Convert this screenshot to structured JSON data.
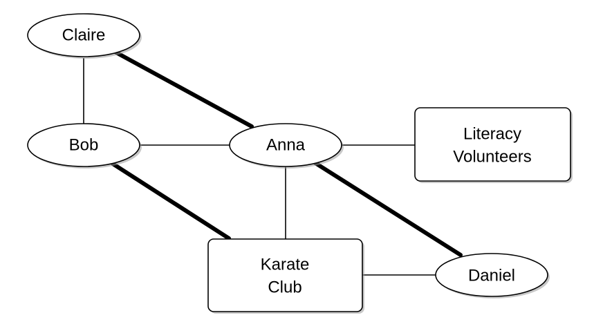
{
  "nodes": {
    "claire": {
      "label": [
        "Claire"
      ]
    },
    "bob": {
      "label": [
        "Bob"
      ]
    },
    "anna": {
      "label": [
        "Anna"
      ]
    },
    "literacy": {
      "label": [
        "Literacy",
        "Volunteers"
      ]
    },
    "karate": {
      "label": [
        "Karate",
        "Club"
      ]
    },
    "daniel": {
      "label": [
        "Daniel"
      ]
    }
  },
  "edges": [
    {
      "from": "claire",
      "to": "bob",
      "style": "thin"
    },
    {
      "from": "claire",
      "to": "anna",
      "style": "strong"
    },
    {
      "from": "bob",
      "to": "anna",
      "style": "thin"
    },
    {
      "from": "anna",
      "to": "literacy",
      "style": "thin"
    },
    {
      "from": "bob",
      "to": "karate",
      "style": "strong"
    },
    {
      "from": "anna",
      "to": "karate",
      "style": "thin"
    },
    {
      "from": "anna",
      "to": "daniel",
      "style": "strong"
    },
    {
      "from": "karate",
      "to": "daniel",
      "style": "thin"
    }
  ],
  "colors": {
    "stroke": "#000000",
    "fill": "#ffffff",
    "shadow": "#9a9a9a"
  }
}
